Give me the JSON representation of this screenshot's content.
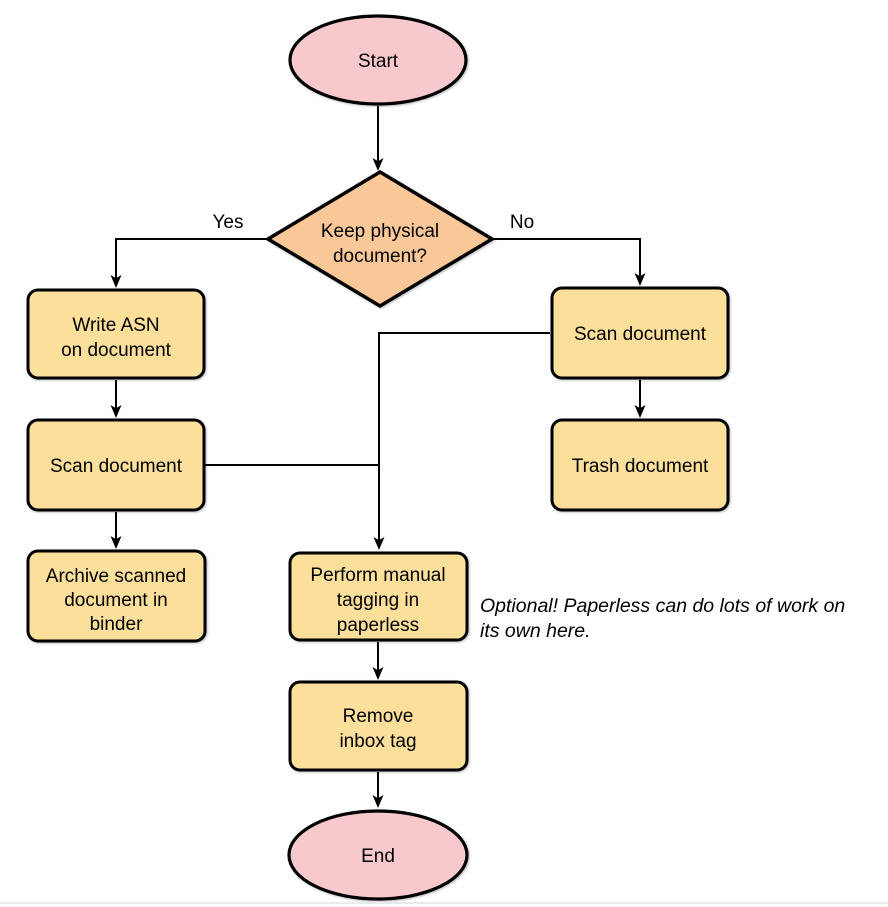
{
  "colors": {
    "terminal_fill": "#F7C8CC",
    "decision_fill": "#FAC898",
    "process_fill": "#FBDF9A",
    "stroke": "#000000",
    "bottom_divider": "#E9EAEC"
  },
  "nodes": {
    "start": {
      "label": "Start"
    },
    "decision": {
      "lines": [
        "Keep physical",
        "document?"
      ]
    },
    "write_asn": {
      "lines": [
        "Write ASN",
        "on document"
      ]
    },
    "scan_left": {
      "label": "Scan document"
    },
    "archive": {
      "lines": [
        "Archive scanned",
        "document in",
        "binder"
      ]
    },
    "scan_right": {
      "label": "Scan document"
    },
    "trash": {
      "label": "Trash document"
    },
    "perform_tagging": {
      "lines": [
        "Perform manual",
        "tagging in",
        "paperless"
      ]
    },
    "remove_inbox": {
      "lines": [
        "Remove",
        "inbox tag"
      ]
    },
    "end": {
      "label": "End"
    }
  },
  "edges": {
    "yes_label": "Yes",
    "no_label": "No"
  },
  "annotation": {
    "lines": [
      "Optional! Paperless can do lots of work on",
      "its own here."
    ]
  }
}
